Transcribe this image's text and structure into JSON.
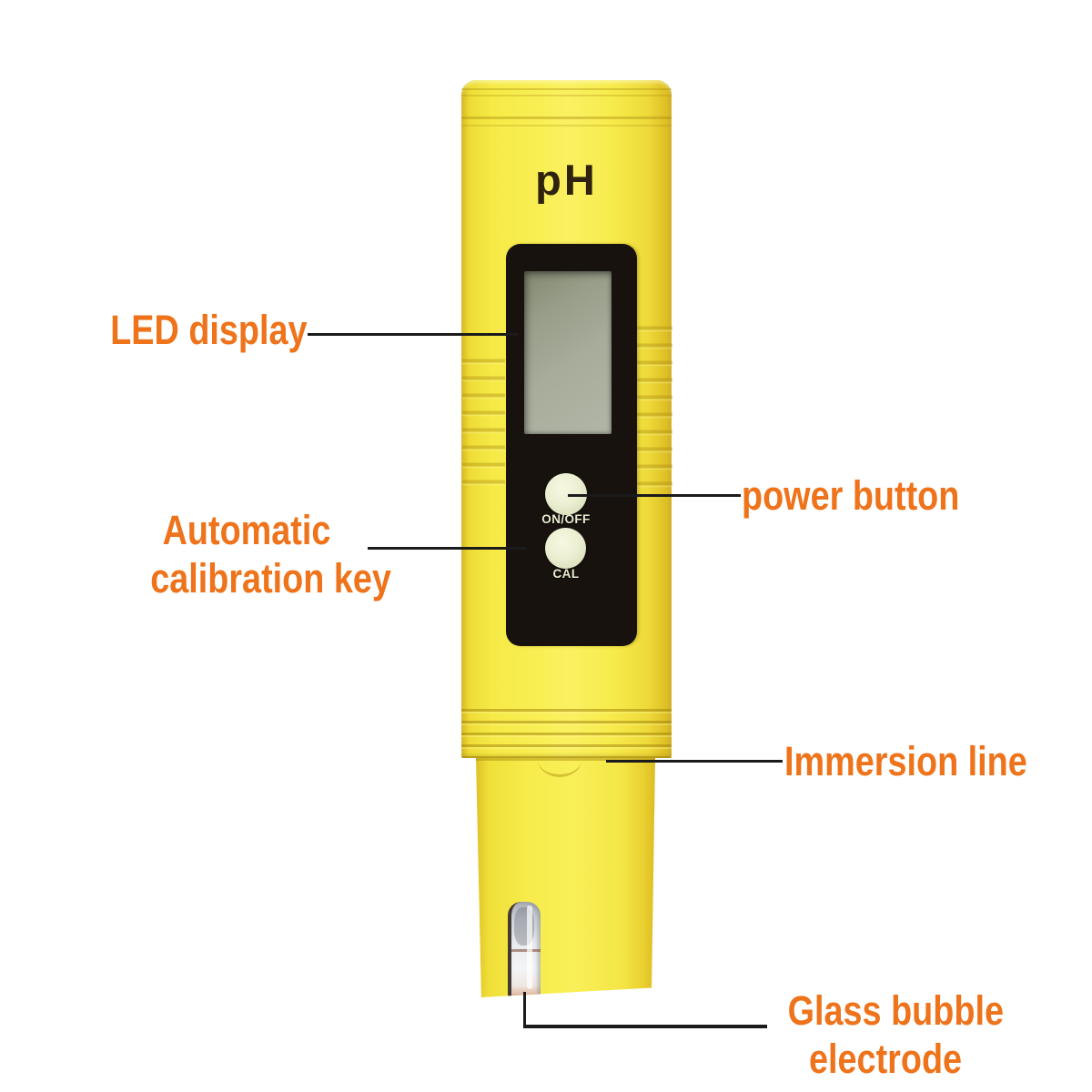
{
  "device": {
    "type": "digital pH meter pen",
    "top_marking": "pH",
    "screen": {
      "name": "led-display-screen",
      "state": "blank"
    },
    "buttons": [
      {
        "label": "ON/OFF",
        "function": "power"
      },
      {
        "label": "CAL",
        "function": "automatic calibration"
      }
    ]
  },
  "annotations": {
    "led_display": {
      "label": "LED display"
    },
    "auto_calibration": {
      "lines": [
        "Automatic",
        "calibration key"
      ]
    },
    "power_button": {
      "label": "power button"
    },
    "immersion_line": {
      "label": "Immersion line"
    },
    "glass_electrode": {
      "lines": [
        "Glass bubble",
        "electrode"
      ]
    }
  },
  "colors": {
    "annotation_text": "#ee731b",
    "body_yellow": "#f8ee4e",
    "body_edge_yellow": "#d9ba22",
    "panel_black": "#17120e",
    "lcd_screen_gray_green": "#a7ac9b",
    "button_cream": "#ecefd2",
    "button_label_cream": "#e8ebcf",
    "ph_marking_brown": "#2f2310",
    "callout_line_black": "#1b1b1b",
    "background": "#ffffff"
  }
}
